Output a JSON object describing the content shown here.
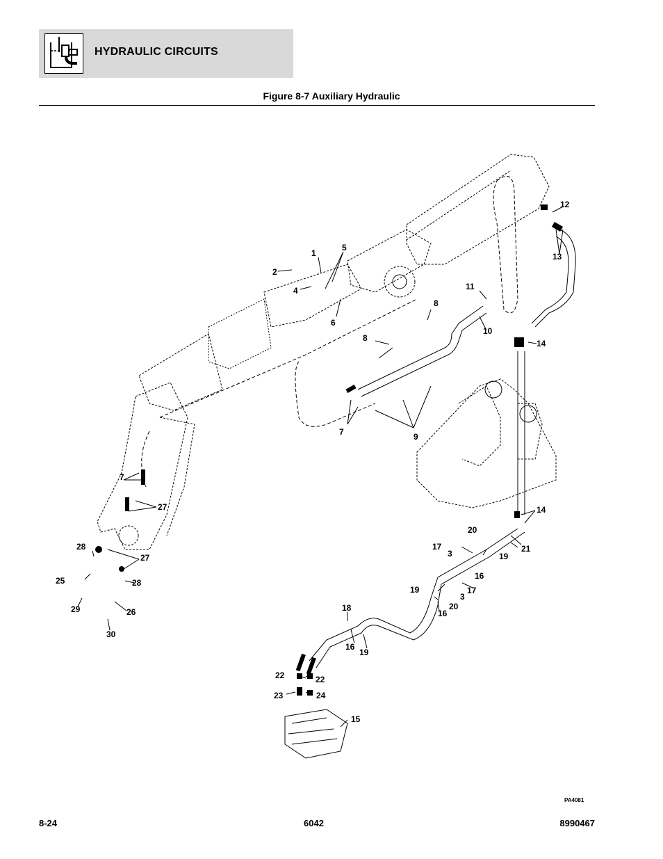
{
  "header": {
    "section_title": "HYDRAULIC CIRCUITS",
    "icon": "hydraulic-circuit-icon"
  },
  "figure": {
    "title": "Figure 8-7 Auxiliary Hydraulic",
    "reference": "PA4081",
    "callouts": [
      "1",
      "2",
      "3",
      "4",
      "5",
      "6",
      "7",
      "8",
      "9",
      "10",
      "11",
      "12",
      "13",
      "14",
      "15",
      "16",
      "17",
      "18",
      "19",
      "20",
      "21",
      "22",
      "23",
      "24",
      "25",
      "26",
      "27",
      "28",
      "29",
      "30"
    ]
  },
  "footer": {
    "page_number": "8-24",
    "model": "6042",
    "part_number": "8990467"
  }
}
